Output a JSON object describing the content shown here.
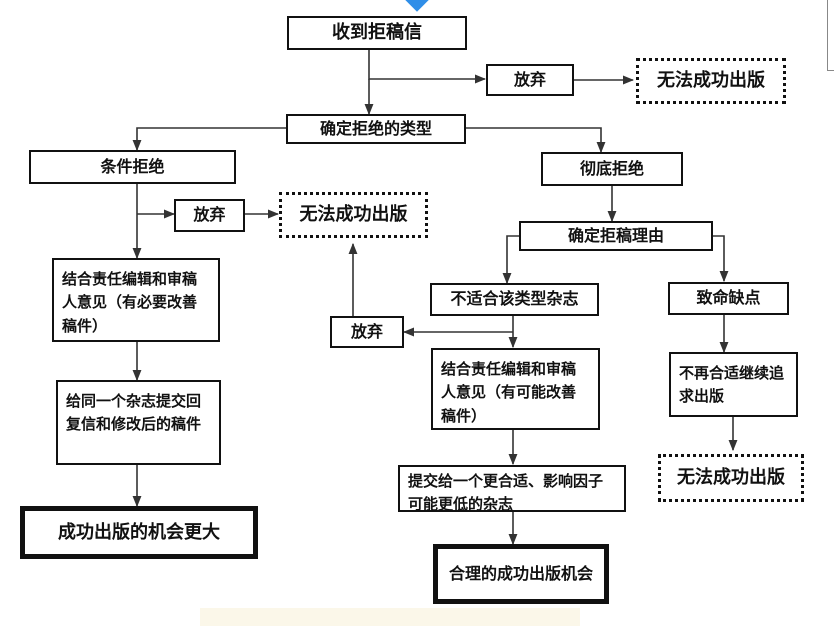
{
  "nodes": {
    "received_rejection": "收到拒稿信",
    "give_up_top": "放弃",
    "cannot_publish_top": "无法成功出版",
    "determine_type": "确定拒绝的类型",
    "conditional_rejection": "条件拒绝",
    "give_up_left": "放弃",
    "cannot_publish_middle": "无法成功出版",
    "complete_rejection": "彻底拒绝",
    "determine_reason": "确定拒稿理由",
    "revise_with_comments": "结合责任编辑和审稿人意见（有必要改善稿件）",
    "unsuitable_journal": "不适合该类型杂志",
    "fatal_flaw": "致命缺点",
    "give_up_right": "放弃",
    "resubmit_same": "给同一个杂志提交回复信和修改后的稿件",
    "revise_if_possible": "结合责任编辑和审稿人意见（有可能改善稿件）",
    "no_longer_suitable": "不再合适继续追求出版",
    "submit_other_journal": "提交给一个更合适、影响因子可能更低的杂志",
    "cannot_publish_bottom": "无法成功出版",
    "greater_chance": "成功出版的机会更大",
    "reasonable_chance": "合理的成功出版机会"
  },
  "colors": {
    "accent_diamond": "#2f8ee8",
    "line": "#333333",
    "border": "#111111"
  }
}
